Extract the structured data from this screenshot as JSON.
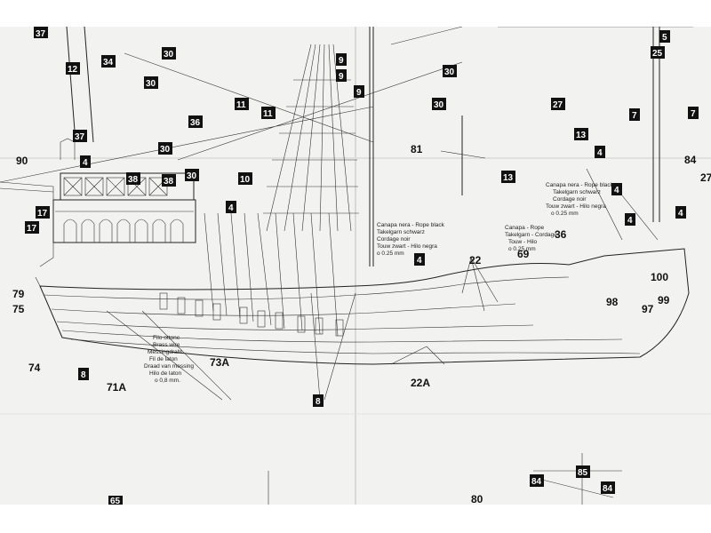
{
  "labels": {
    "l90": "90",
    "l79": "79",
    "l75": "75",
    "l74": "74",
    "l71a": "71A",
    "l73a": "73A",
    "l22": "22",
    "l22a": "22A",
    "l36": "36",
    "l69": "69",
    "l100": "100",
    "l98": "98",
    "l97": "97",
    "l99": "99",
    "l81": "81",
    "l84": "84",
    "l27": "27",
    "l80": "80"
  },
  "boxes": {
    "b37a": "37",
    "b34": "34",
    "b12": "12",
    "b30a": "30",
    "b30b": "30",
    "b30c": "30",
    "b30d": "30",
    "b30e": "30",
    "b30f": "30",
    "b36": "36",
    "b37b": "37",
    "b4a": "4",
    "b38a": "38",
    "b38b": "38",
    "b11a": "11",
    "b11b": "11",
    "b10": "10",
    "b4b": "4",
    "b17a": "17",
    "b17b": "17",
    "b9a": "9",
    "b9b": "9",
    "b9c": "9",
    "b13a": "13",
    "b13b": "13",
    "b27": "27",
    "b4c": "4",
    "b4d": "4",
    "b4e": "4",
    "b4f": "4",
    "b25": "25",
    "b5": "5",
    "b7a": "7",
    "b7b": "7",
    "b8a": "8",
    "b8b": "8",
    "b84a": "84",
    "b85": "85",
    "b84b": "84",
    "b65": "65",
    "b4g": "4"
  },
  "notes": {
    "rope_left": [
      "Canapa nera - Rope black",
      "Takelgarn schwarz",
      "Cordage noir",
      "Touw zwart - Hilo negra",
      "o 0.25 mm"
    ],
    "rope_mid": [
      "Canapa - Rope",
      "Takelgarn - Cordage",
      "Touw - Hilo",
      "o 0.25 mm"
    ],
    "rope_right": [
      "Canapa nera - Rope black",
      "Takelgarn schwarz",
      "Cordage noir",
      "Touw zwart - Hilo negra",
      "o 0.25 mm"
    ],
    "wire": [
      "Filo ottone",
      "Brass wire",
      "Messingdraht",
      "Fil de laton",
      "Draad van messing",
      "Hilo de laton",
      "o 0,8 mm."
    ]
  }
}
